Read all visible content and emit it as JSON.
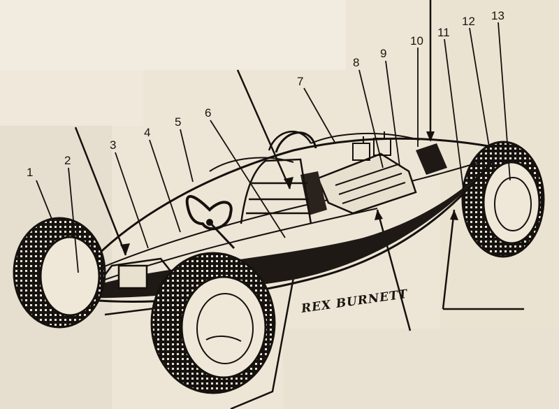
{
  "diagram": {
    "callouts": [
      {
        "id": "c1",
        "label": "1"
      },
      {
        "id": "c2",
        "label": "2"
      },
      {
        "id": "c3",
        "label": "3"
      },
      {
        "id": "c4",
        "label": "4"
      },
      {
        "id": "c5",
        "label": "5"
      },
      {
        "id": "c6",
        "label": "6"
      },
      {
        "id": "c7",
        "label": "7"
      },
      {
        "id": "c8",
        "label": "8"
      },
      {
        "id": "c9",
        "label": "9"
      },
      {
        "id": "c10",
        "label": "10"
      },
      {
        "id": "c11",
        "label": "11"
      },
      {
        "id": "c12",
        "label": "12"
      },
      {
        "id": "c13",
        "label": "13"
      }
    ],
    "signature": "REX BURNETT"
  },
  "colors": {
    "paper": "#ede6d6",
    "ink": "#15110d",
    "body_shade": "#1e1915"
  }
}
